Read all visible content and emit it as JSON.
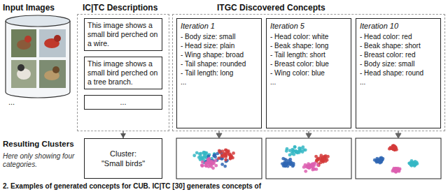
{
  "diagram": {
    "caption": "2. Examples of generated concepts for CUB. IC|TC [30] generates concepts of",
    "nodes": [
      {
        "text": [
          "IC|TC Descriptions"
        ]
      },
      {
        "text": [
          "This image shows a small bird perched on a wire."
        ],
        "in": 0
      },
      {
        "text": [
          "This image shows a small bird perched on a tree branch."
        ],
        "in": 0
      },
      {
        "text": [
          "..."
        ],
        "in": 0
      },
      {
        "text": [
          "ITGC Discovered Concepts"
        ]
      },
      {
        "text": [
          "Iteration 1",
          "- Body size: small",
          "- Head size: plain",
          "- Wing shape: broad",
          "- Tail shape: rounded",
          "- Tail length: long",
          "..."
        ],
        "in": 4
      },
      {
        "text": [
          "Iteration 5",
          "- Head color: white",
          "- Beak shape: long",
          "- Tail length: short",
          "- Breast color: blue",
          "- Wing color: blue",
          "..."
        ],
        "in": 4
      },
      {
        "text": [
          "Iteration 10",
          "- Head color: red",
          "- Beak shape: short",
          "- Breast color: red",
          "- Body size: small",
          "- Head shape: round",
          "..."
        ],
        "in": 4
      },
      {
        "text": [
          "Cluster:",
          "\"Small birds\""
        ]
      }
    ],
    "edges": [
      {
        "from": 0,
        "to": 8,
        "arrow": "to"
      }
    ],
    "labels": [
      "Input Images",
      "...",
      "Resulting Clusters",
      "Here only showing four categories."
    ]
  }
}
